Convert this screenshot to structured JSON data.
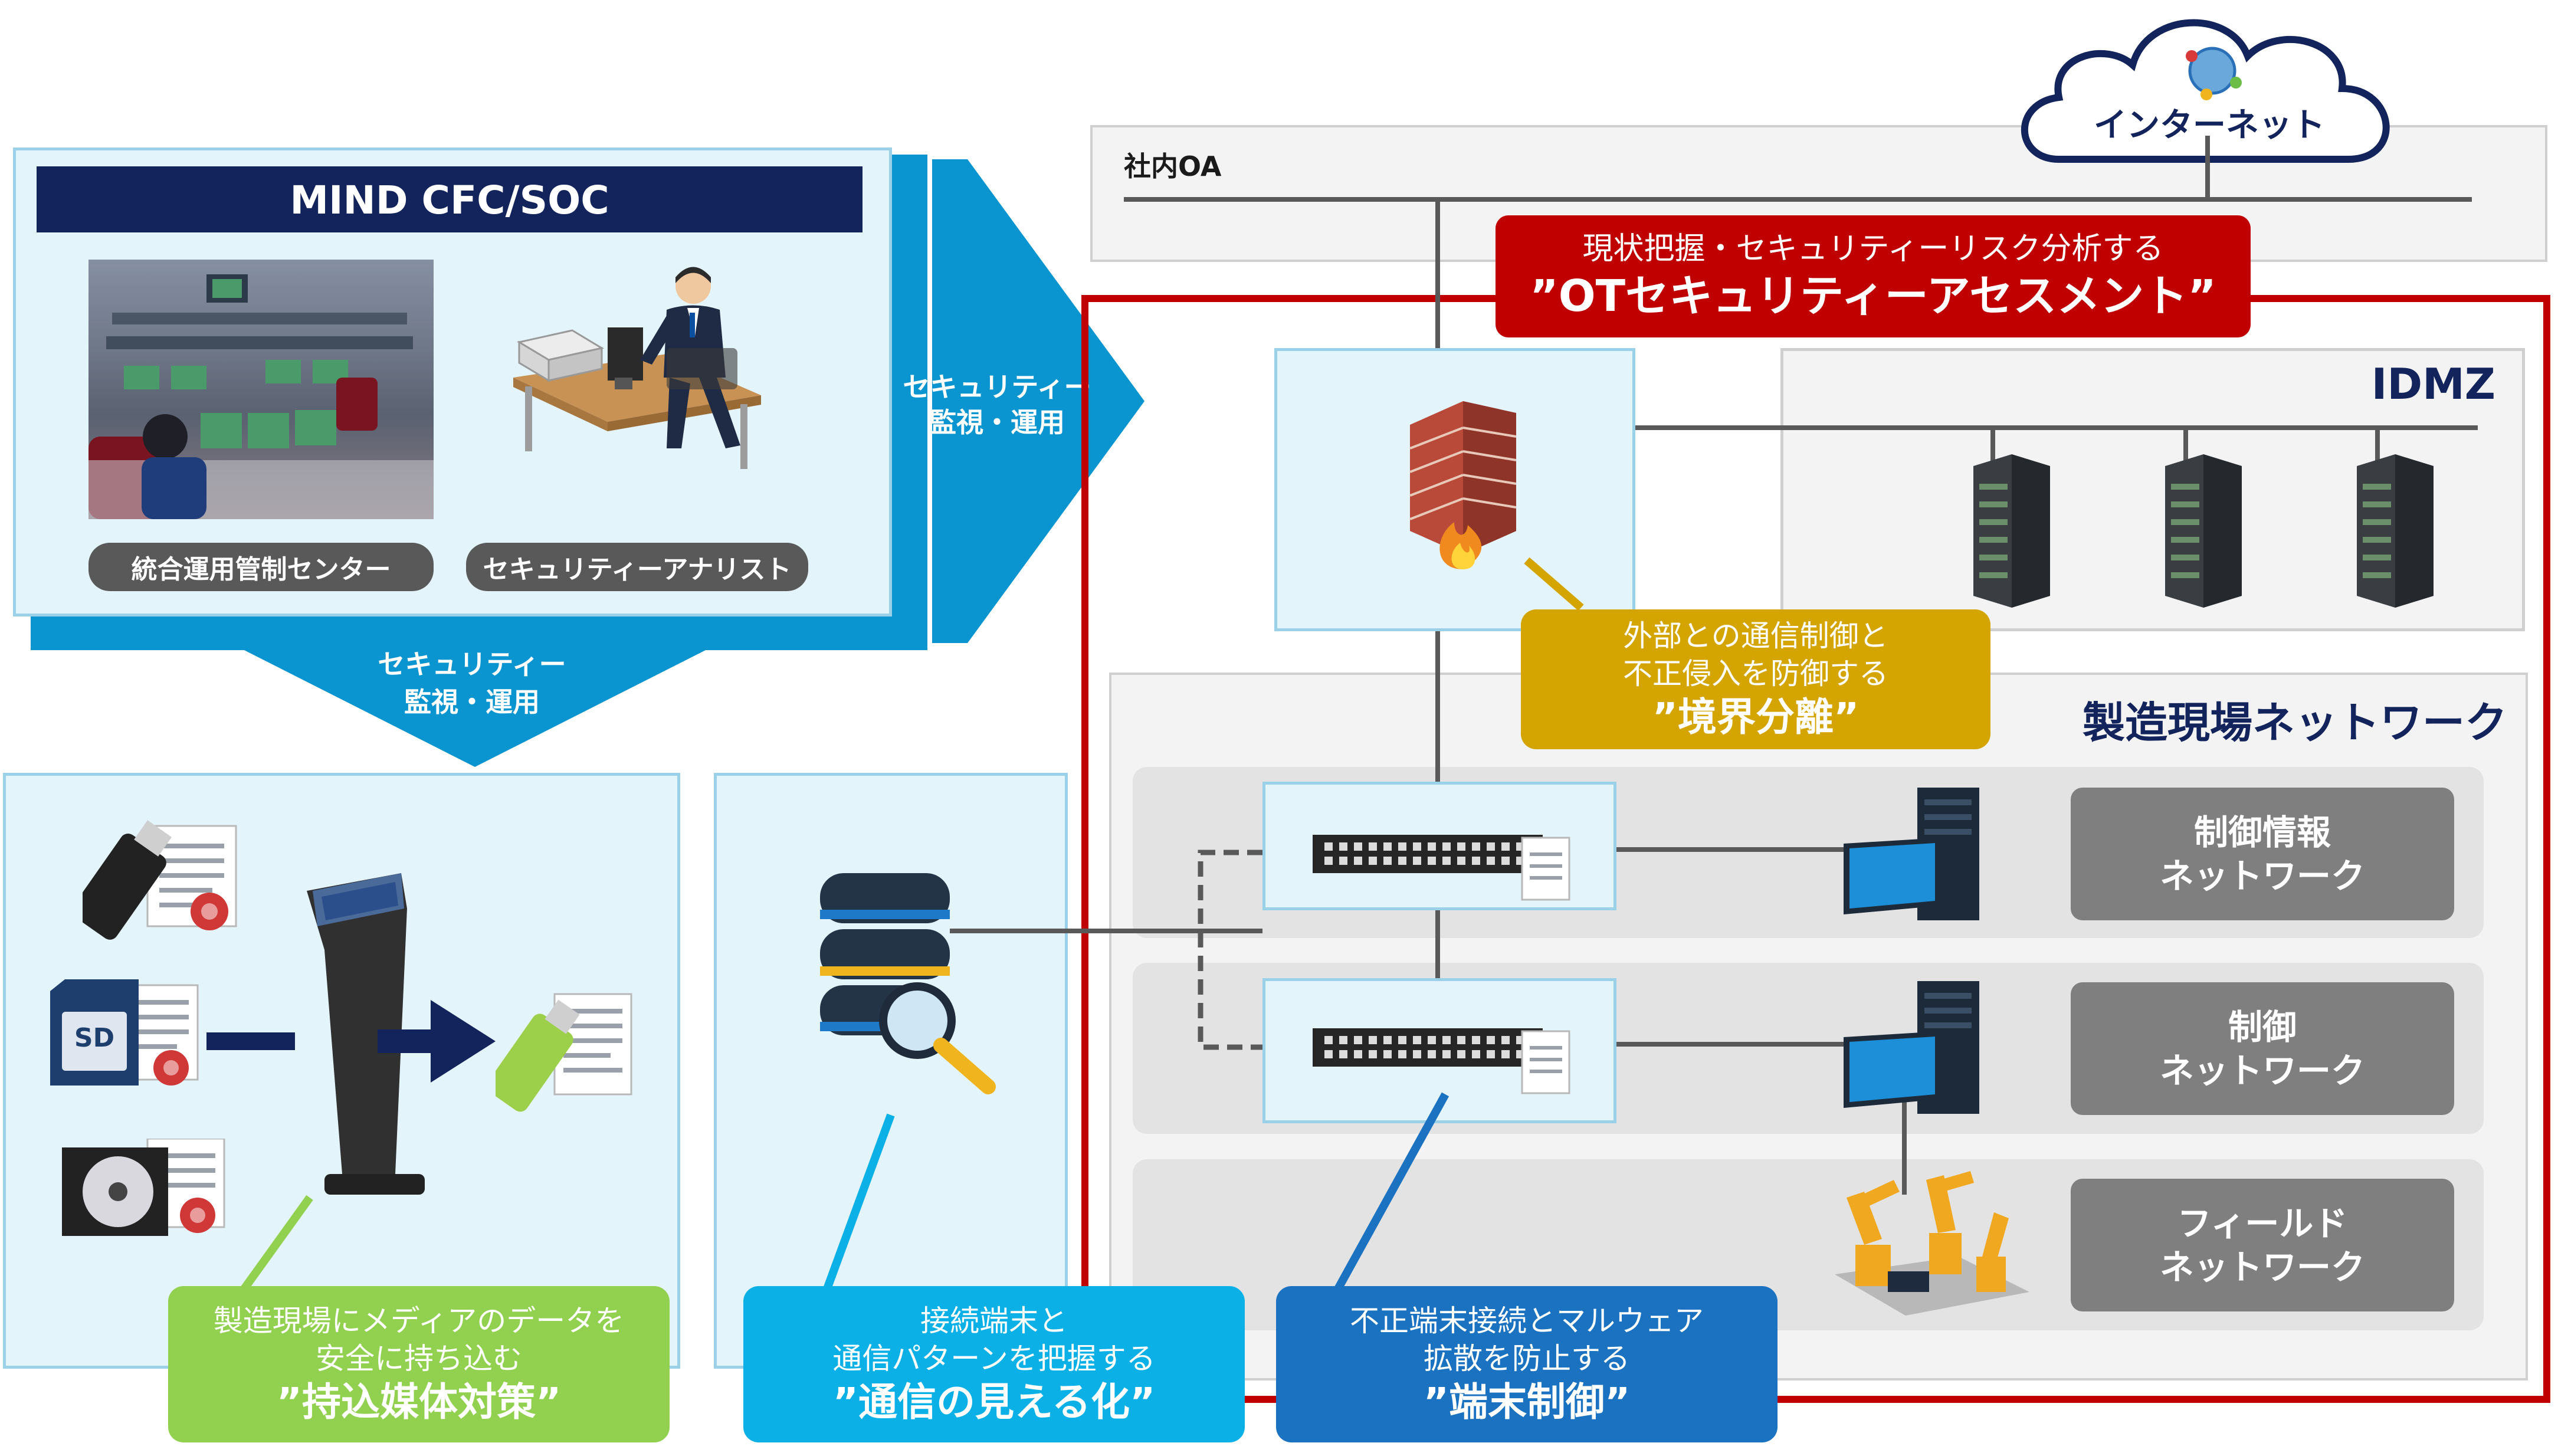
{
  "soc": {
    "title": "MIND CFC/SOC",
    "center_label": "統合運用管制センター",
    "analyst_label": "セキュリティーアナリスト"
  },
  "arrows": {
    "right_line1": "セキュリティー",
    "right_line2": "監視・運用",
    "down_line1": "セキュリティー",
    "down_line2": "監視・運用"
  },
  "network": {
    "internet": "インターネット",
    "office": "社内OA",
    "idmz": "IDMZ",
    "factory": "製造現場ネットワーク",
    "zones": [
      {
        "line1": "制御情報",
        "line2": "ネットワーク"
      },
      {
        "line1": "制御",
        "line2": "ネットワーク"
      },
      {
        "line1": "フィールド",
        "line2": "ネットワーク"
      }
    ],
    "media_label": "SD"
  },
  "callouts": {
    "assessment": {
      "sub": "現状把握・セキュリティーリスク分析する",
      "main": "”OTセキュリティーアセスメント”"
    },
    "boundary": {
      "sub1": "外部との通信制御と",
      "sub2": "不正侵入を防御する",
      "main": "”境界分離”"
    },
    "media": {
      "sub1": "製造現場にメディアのデータを",
      "sub2": "安全に持ち込む",
      "main": "”持込媒体対策”"
    },
    "visibility": {
      "sub1": "接続端末と",
      "sub2": "通信パターンを把握する",
      "main": "”通信の見える化”"
    },
    "endpoint": {
      "sub1": "不正端末接続とマルウェア",
      "sub2": "拡散を防止する",
      "main": "”端末制御”"
    }
  },
  "colors": {
    "navy": "#13235c",
    "arrow_blue": "#0b95d0",
    "panel_fill": "#e4f4fb",
    "assessment_red": "#c00000",
    "boundary_gold": "#d4a400",
    "media_green": "#92d050",
    "visibility_blue": "#0ab0e6",
    "endpoint_blue": "#1a72c0",
    "grey_label": "#7f7f7f"
  }
}
